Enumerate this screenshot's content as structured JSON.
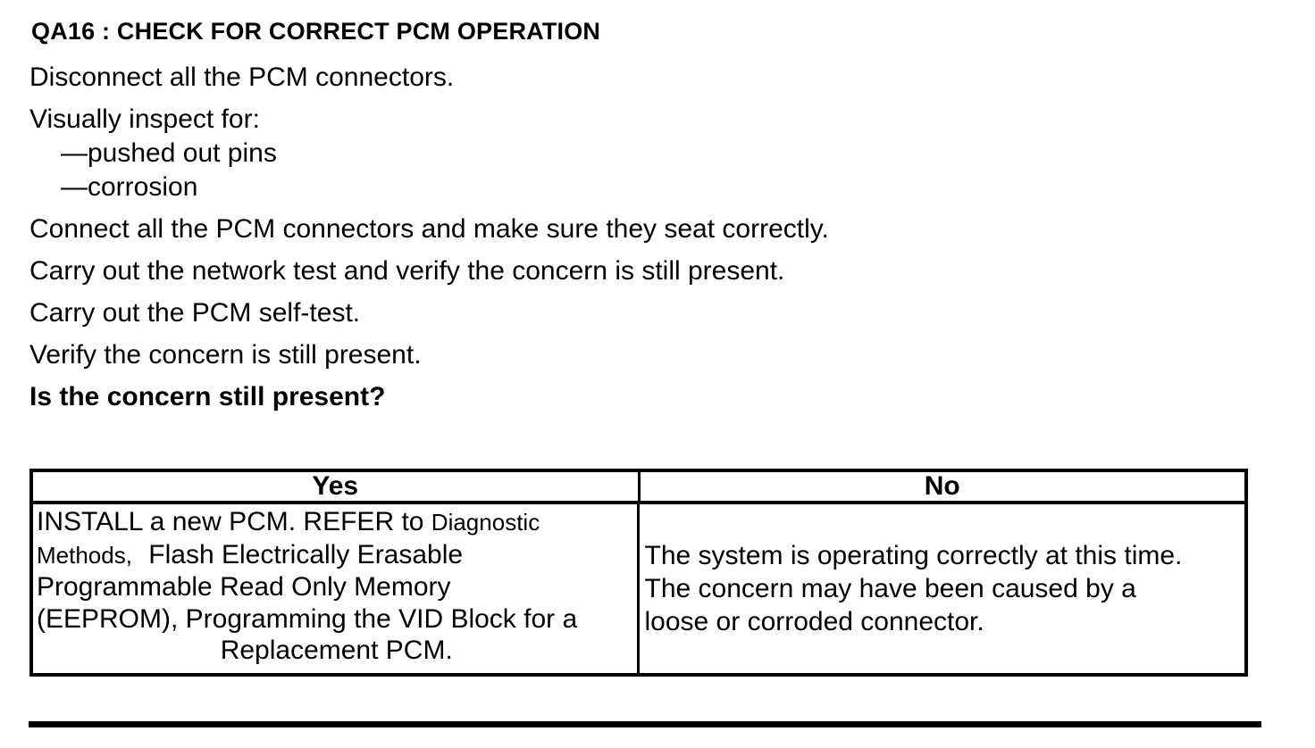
{
  "document": {
    "heading": "QA16 : CHECK FOR CORRECT PCM OPERATION",
    "steps": {
      "disconnect": "Disconnect all the PCM connectors.",
      "inspect_intro": "Visually inspect for:",
      "inspect_items": [
        "—pushed out pins",
        "—corrosion"
      ],
      "connect": "Connect all the PCM connectors and make sure they seat correctly.",
      "network_test": "Carry out the network test and verify the concern is still present.",
      "self_test": "Carry out the PCM self-test.",
      "verify": "Verify the concern is still present.",
      "question": "Is the concern still present?"
    },
    "decision_table": {
      "yes_header": "Yes",
      "no_header": "No",
      "yes_action_lines": {
        "l1a": "INSTALL a new PCM. REFER to ",
        "l1b": "Diagnostic",
        "l2a": "Methods,",
        "l2b": " Flash Electrically Erasable",
        "l3": "Programmable Read Only Memory",
        "l4": "(EEPROM), Programming the VID Block for a",
        "l5": "Replacement PCM."
      },
      "no_action_lines": [
        "The system is operating correctly at this time.",
        "The concern may have been caused by a",
        "loose or corroded connector."
      ]
    }
  }
}
